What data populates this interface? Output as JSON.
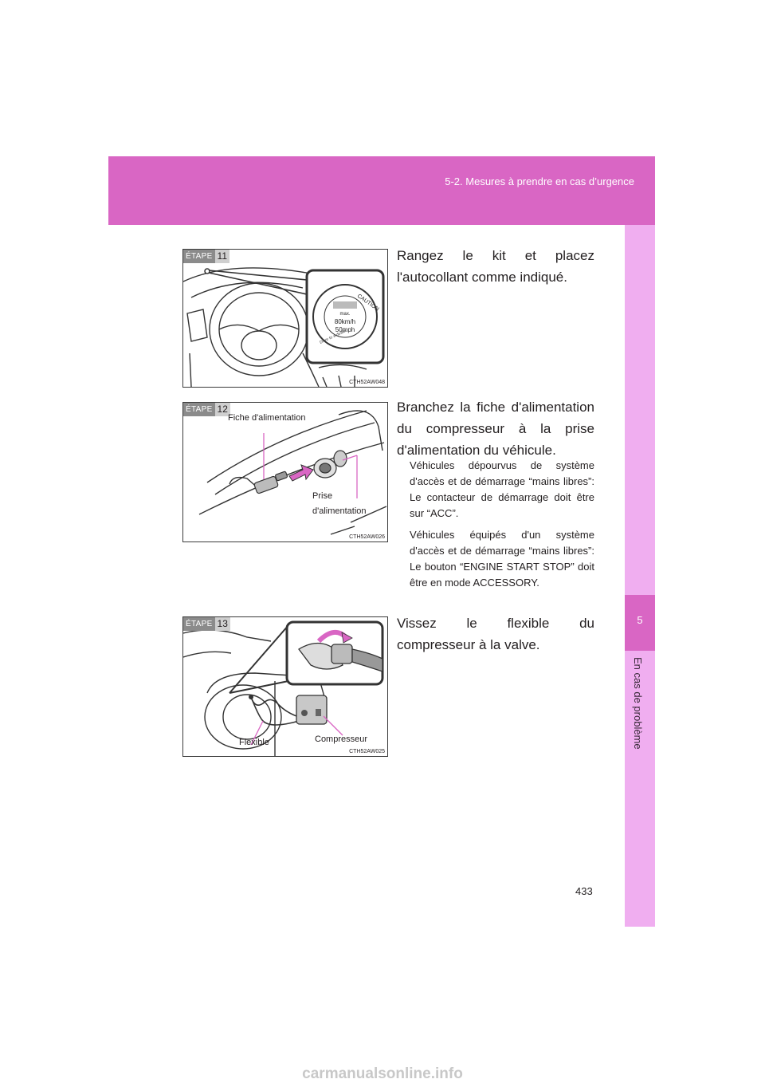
{
  "header": {
    "section": "5-2. Mesures à prendre en cas d’urgence"
  },
  "side_tab": {
    "number": "5",
    "label": "En cas de problème"
  },
  "page_number": "433",
  "steps": [
    {
      "tag": "ÉTAPE",
      "number": "11",
      "figure_code": "CTH52AW048",
      "sticker": {
        "caution": "CAUTION",
        "max": "max.",
        "speed_kmh": "80km/h",
        "speed_mph": "50mph",
        "drive": "Drive to a dealer"
      },
      "text": "Rangez le kit et placez l'autocollant comme indiqué."
    },
    {
      "tag": "ÉTAPE",
      "number": "12",
      "figure_code": "CTH52AW026",
      "callouts": [
        "Fiche d'alimentation",
        "Prise d'alimentation"
      ],
      "text": "Branchez la fiche d'alimentation du compresseur à la prise d'alimentation du véhicule.",
      "notes": [
        "Véhicules dépourvus de système d'accès et de démarrage “mains libres”: Le contacteur de démarrage doit être sur “ACC”.",
        "Véhicules équipés d'un système d'accès et de démarrage “mains libres”: Le bouton “ENGINE START STOP” doit être en mode ACCESSORY."
      ]
    },
    {
      "tag": "ÉTAPE",
      "number": "13",
      "figure_code": "CTH52AW025",
      "callouts": [
        "Flexible",
        "Compresseur"
      ],
      "text": "Vissez le flexible du compresseur à la valve."
    }
  ],
  "watermark": "carmanualsonline.info"
}
